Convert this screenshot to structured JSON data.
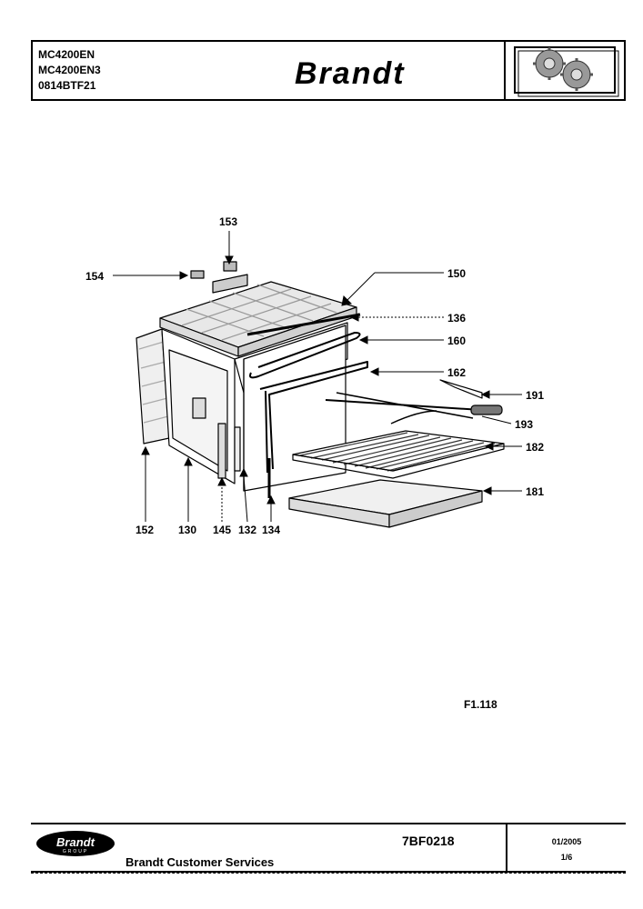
{
  "header": {
    "models": [
      "MC4200EN",
      "MC4200EN3",
      "0814BTF21"
    ],
    "brand": "Brandt"
  },
  "labels": {
    "p153": "153",
    "p154": "154",
    "p150": "150",
    "p136": "136",
    "p160": "160",
    "p162": "162",
    "p191": "191",
    "p193": "193",
    "p182": "182",
    "p181": "181",
    "p152": "152",
    "p130": "130",
    "p145": "145",
    "p132": "132",
    "p134": "134"
  },
  "figure_ref": "F1.118",
  "footer": {
    "logo": "Brandt",
    "logo_sub": "GROUP",
    "service": "Brandt Customer Services",
    "ref": "7BF0218",
    "date": "01/2005",
    "page": "1/6"
  }
}
